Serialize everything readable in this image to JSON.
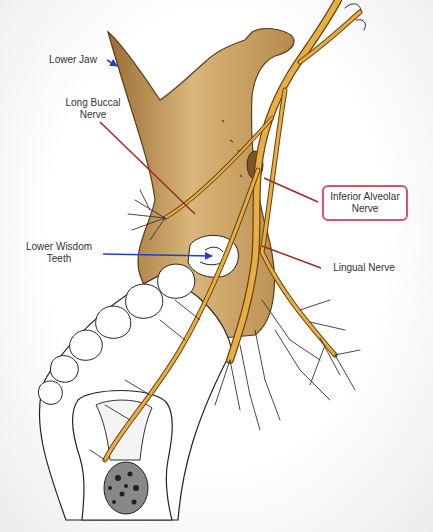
{
  "diagram": {
    "nodes": [
      {
        "text": [
          "Inferior Alveolar Nerve"
        ]
      }
    ],
    "labels": [
      "Lower Jaw",
      "Long Buccal Nerve",
      "Lower Wisdom Teeth",
      "Lingual Nerve"
    ]
  }
}
